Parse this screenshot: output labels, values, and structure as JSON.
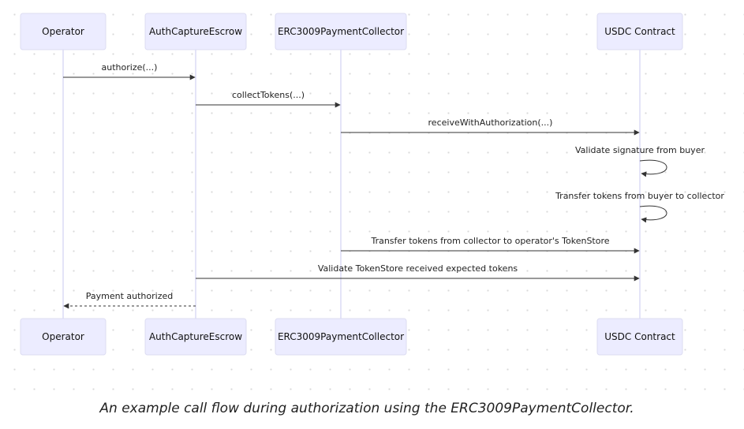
{
  "participants": [
    {
      "id": "operator",
      "label": "Operator"
    },
    {
      "id": "escrow",
      "label": "AuthCaptureEscrow"
    },
    {
      "id": "collector",
      "label": "ERC3009PaymentCollector"
    },
    {
      "id": "usdc",
      "label": "USDC Contract"
    }
  ],
  "messages": [
    {
      "from": "operator",
      "to": "escrow",
      "label": "authorize(...)",
      "style": "solid"
    },
    {
      "from": "escrow",
      "to": "collector",
      "label": "collectTokens(...)",
      "style": "solid"
    },
    {
      "from": "collector",
      "to": "usdc",
      "label": "receiveWithAuthorization(...)",
      "style": "solid"
    },
    {
      "from": "usdc",
      "to": "usdc",
      "label": "Validate signature from buyer",
      "style": "solid"
    },
    {
      "from": "usdc",
      "to": "usdc",
      "label": "Transfer tokens from buyer to collector",
      "style": "solid"
    },
    {
      "from": "collector",
      "to": "usdc",
      "label": "Transfer tokens from collector to operator's TokenStore",
      "style": "solid"
    },
    {
      "from": "escrow",
      "to": "usdc",
      "label": "Validate TokenStore received expected tokens",
      "style": "solid"
    },
    {
      "from": "escrow",
      "to": "operator",
      "label": "Payment authorized",
      "style": "dashed"
    }
  ],
  "caption": "An example call flow during authorization using the ERC3009PaymentCollector."
}
